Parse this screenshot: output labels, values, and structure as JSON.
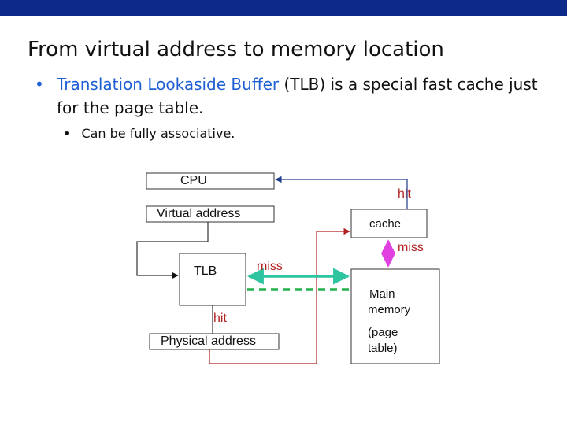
{
  "slide": {
    "title": "From virtual address to memory location",
    "bullet1": {
      "highlight": "Translation Lookaside Buffer",
      "rest": " (TLB) is a special fast cache just for the page table."
    },
    "bullet2": "Can be fully associative.",
    "bullet_glyph": "•"
  },
  "diagram": {
    "cpu": "CPU",
    "virtual_address": "Virtual address",
    "tlb": "TLB",
    "physical_address": "Physical address",
    "cache": "cache",
    "main_memory_line1": "Main",
    "main_memory_line2": "memory",
    "page_table_line1": "(page",
    "page_table_line2": "table)",
    "hit_top": "hit",
    "miss_cache": "miss",
    "miss_tlb": "miss",
    "hit_tlb": "hit"
  },
  "colors": {
    "top_bar": "#0b2a8a",
    "highlight_blue": "#1f5fd6",
    "arrow_red": "#b22222",
    "arrow_blue": "#1f3a8a",
    "arrow_magenta": "#e040e0",
    "arrow_green": "#2ec4a0",
    "arrow_green_dashed": "#22b04a"
  }
}
